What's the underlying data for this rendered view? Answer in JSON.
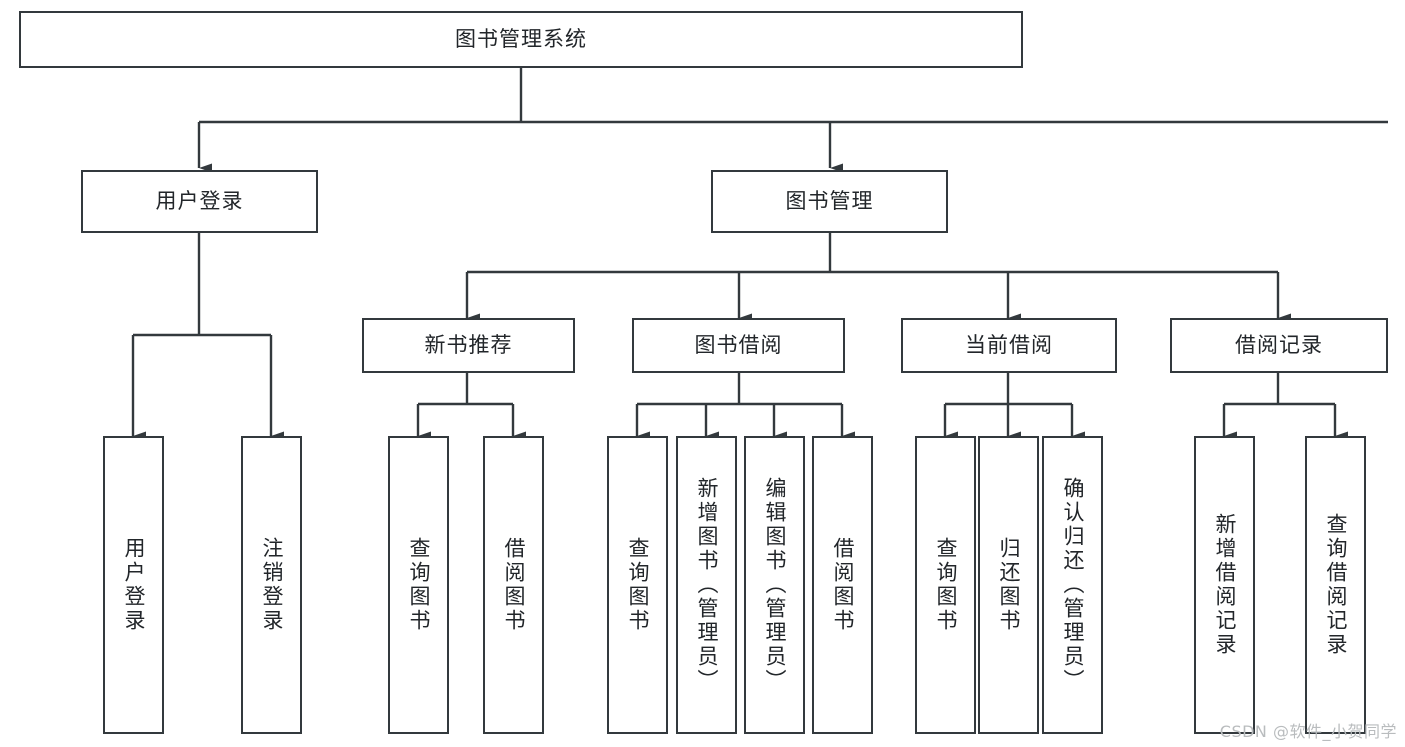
{
  "diagram": {
    "title": "图书管理系统",
    "watermark": "CSDN @软件_小贺同学",
    "line_color": "#33393d",
    "text_color": "#22262a",
    "background": "#ffffff",
    "levels": {
      "root": {
        "label": "图书管理系统"
      },
      "level2": [
        {
          "label": "用户登录"
        },
        {
          "label": "图书管理"
        }
      ],
      "level3": [
        {
          "label": "新书推荐"
        },
        {
          "label": "图书借阅"
        },
        {
          "label": "当前借阅"
        },
        {
          "label": "借阅记录"
        }
      ],
      "leaves": {
        "user_login": [
          {
            "label": "用户登录"
          },
          {
            "label": "注销登录"
          }
        ],
        "new_book": [
          {
            "label": "查询图书"
          },
          {
            "label": "借阅图书"
          }
        ],
        "book_borrow": [
          {
            "label": "查询图书"
          },
          {
            "label": "新增图书（管理员）"
          },
          {
            "label": "编辑图书（管理员）"
          },
          {
            "label": "借阅图书"
          }
        ],
        "current_borrow": [
          {
            "label": "查询图书"
          },
          {
            "label": "归还图书"
          },
          {
            "label": "确认归还（管理员）"
          }
        ],
        "borrow_record": [
          {
            "label": "新增借阅记录"
          },
          {
            "label": "查询借阅记录"
          }
        ]
      }
    }
  },
  "chart_data": {
    "type": "tree-diagram",
    "title": "图书管理系统",
    "orientation": "top-down",
    "nodes": [
      {
        "id": "root",
        "label": "图书管理系统",
        "level": 0,
        "parent": null
      },
      {
        "id": "n-user-login",
        "label": "用户登录",
        "level": 1,
        "parent": "root"
      },
      {
        "id": "n-book-mgmt",
        "label": "图书管理",
        "level": 1,
        "parent": "root"
      },
      {
        "id": "n-user-login-leaf",
        "label": "用户登录",
        "level": 2,
        "parent": "n-user-login"
      },
      {
        "id": "n-logout-leaf",
        "label": "注销登录",
        "level": 2,
        "parent": "n-user-login"
      },
      {
        "id": "n-new-book",
        "label": "新书推荐",
        "level": 2,
        "parent": "n-book-mgmt"
      },
      {
        "id": "n-book-borrow",
        "label": "图书借阅",
        "level": 2,
        "parent": "n-book-mgmt"
      },
      {
        "id": "n-current-borrow",
        "label": "当前借阅",
        "level": 2,
        "parent": "n-book-mgmt"
      },
      {
        "id": "n-borrow-record",
        "label": "借阅记录",
        "level": 2,
        "parent": "n-book-mgmt"
      },
      {
        "id": "n-nb-query",
        "label": "查询图书",
        "level": 3,
        "parent": "n-new-book"
      },
      {
        "id": "n-nb-borrow",
        "label": "借阅图书",
        "level": 3,
        "parent": "n-new-book"
      },
      {
        "id": "n-bb-query",
        "label": "查询图书",
        "level": 3,
        "parent": "n-book-borrow"
      },
      {
        "id": "n-bb-add",
        "label": "新增图书（管理员）",
        "level": 3,
        "parent": "n-book-borrow"
      },
      {
        "id": "n-bb-edit",
        "label": "编辑图书（管理员）",
        "level": 3,
        "parent": "n-book-borrow"
      },
      {
        "id": "n-bb-borrow",
        "label": "借阅图书",
        "level": 3,
        "parent": "n-book-borrow"
      },
      {
        "id": "n-cb-query",
        "label": "查询图书",
        "level": 3,
        "parent": "n-current-borrow"
      },
      {
        "id": "n-cb-return",
        "label": "归还图书",
        "level": 3,
        "parent": "n-current-borrow"
      },
      {
        "id": "n-cb-confirm",
        "label": "确认归还（管理员）",
        "level": 3,
        "parent": "n-current-borrow"
      },
      {
        "id": "n-br-add",
        "label": "新增借阅记录",
        "level": 3,
        "parent": "n-borrow-record"
      },
      {
        "id": "n-br-query",
        "label": "查询借阅记录",
        "level": 3,
        "parent": "n-borrow-record"
      }
    ]
  }
}
